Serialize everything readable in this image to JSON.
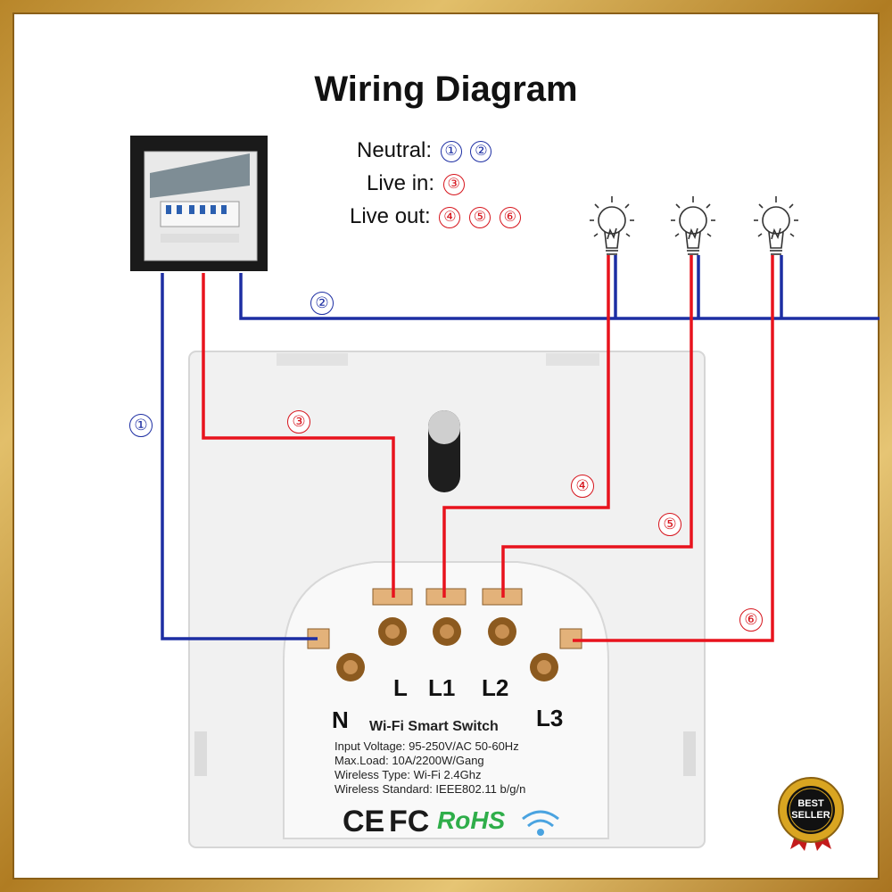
{
  "title": "Wiring Diagram",
  "legend": {
    "neutral_label": "Neutral:",
    "neutral_nums": [
      "①",
      "②"
    ],
    "live_in_label": "Live in:",
    "live_in_nums": [
      "③"
    ],
    "live_out_label": "Live out:",
    "live_out_nums": [
      "④",
      "⑤",
      "⑥"
    ]
  },
  "wire_labels": {
    "w1": "①",
    "w2": "②",
    "w3": "③",
    "w4": "④",
    "w5": "⑤",
    "w6": "⑥"
  },
  "terminals": {
    "L": "L",
    "L1": "L1",
    "L2": "L2",
    "N": "N",
    "L3": "L3"
  },
  "switch_label": {
    "name": "Wi-Fi Smart Switch",
    "input_voltage": "Input Voltage: 95-250V/AC 50-60Hz",
    "max_load": "Max.Load: 10A/2200W/Gang",
    "wireless_type": "Wireless Type: Wi-Fi 2.4Ghz",
    "wireless_standard": "Wireless Standard: IEEE802.11 b/g/n"
  },
  "certifications": {
    "ce": "CE",
    "fc": "FC",
    "rohs": "RoHS"
  },
  "badge": {
    "line1": "BEST",
    "line2": "SELLER"
  },
  "colors": {
    "neutral_wire": "#1d2ea3",
    "live_wire": "#e8131d",
    "frame": "#c99c3a"
  }
}
